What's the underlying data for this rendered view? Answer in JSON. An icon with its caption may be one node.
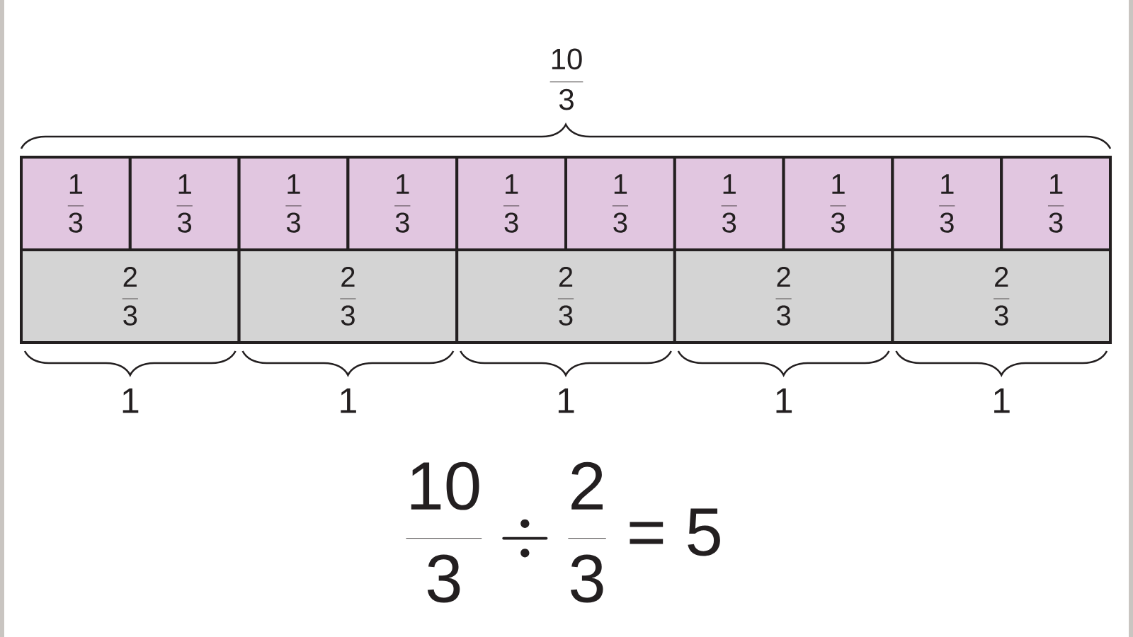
{
  "diagram": {
    "nodes": [
      {
        "text": [
          "\\frac{1}{3}"
        ]
      },
      {
        "text": [
          "\\frac{1}{3}"
        ]
      },
      {
        "text": [
          "\\frac{1}{3}"
        ]
      },
      {
        "text": [
          "\\frac{1}{3}"
        ]
      },
      {
        "text": [
          "\\frac{1}{3}"
        ]
      },
      {
        "text": [
          "\\frac{1}{3}"
        ]
      },
      {
        "text": [
          "\\frac{1}{3}"
        ]
      },
      {
        "text": [
          "\\frac{1}{3}"
        ]
      },
      {
        "text": [
          "\\frac{1}{3}"
        ]
      },
      {
        "text": [
          "\\frac{1}{3}"
        ]
      },
      {
        "text": [
          "\\frac{2}{3}"
        ]
      },
      {
        "text": [
          "\\frac{2}{3}"
        ]
      },
      {
        "text": [
          "\\frac{2}{3}"
        ]
      },
      {
        "text": [
          "\\frac{2}{3}"
        ]
      },
      {
        "text": [
          "\\frac{2}{3}"
        ]
      }
    ],
    "labels": [
      "\\frac{10}{3}",
      "1",
      "1",
      "1",
      "1",
      "1",
      "\\frac{10}{3} \\div \\frac{2}{3} = 5"
    ]
  }
}
